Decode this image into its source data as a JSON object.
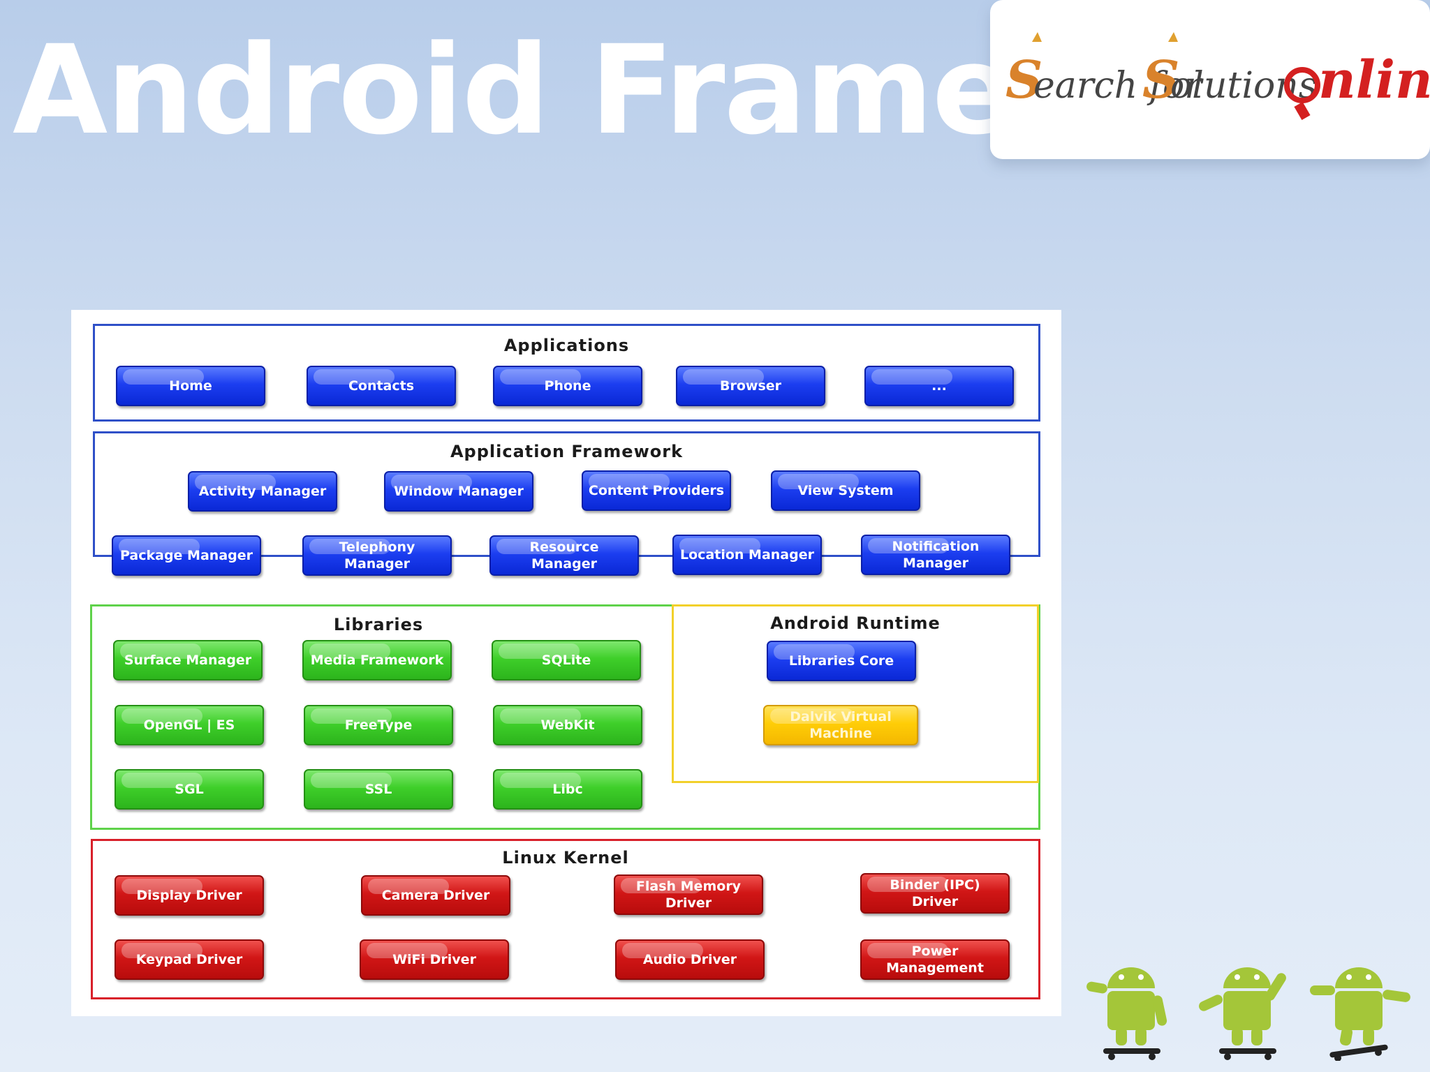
{
  "slide": {
    "title": "Android Framewo",
    "logo_text": "Search for Solutions Online"
  },
  "diagram": {
    "applications": {
      "title": "Applications",
      "items": [
        "Home",
        "Contacts",
        "Phone",
        "Browser",
        "..."
      ]
    },
    "framework": {
      "title": "Application Framework",
      "items": [
        "Activity Manager",
        "Window Manager",
        "Content Providers",
        "View System",
        "Package Manager",
        "Telephony Manager",
        "Resource Manager",
        "Location Manager",
        "Notification Manager"
      ]
    },
    "libraries": {
      "title": "Libraries",
      "items": [
        "Surface Manager",
        "Media Framework",
        "SQLite",
        "OpenGL | ES",
        "FreeType",
        "WebKit",
        "SGL",
        "SSL",
        "Libc"
      ]
    },
    "runtime": {
      "title": "Android Runtime",
      "items": [
        "Libraries Core",
        "Dalvik Virtual Machine"
      ]
    },
    "kernel": {
      "title": "Linux Kernel",
      "items": [
        "Display Driver",
        "Camera Driver",
        "Flash Memory Driver",
        "Binder (IPC) Driver",
        "Keypad Driver",
        "WiFi Driver",
        "Audio Driver",
        "Power Management"
      ]
    }
  },
  "colors": {
    "layer_blue": "#2f50c8",
    "layer_green": "#5fd24a",
    "layer_yellow": "#f2d02a",
    "layer_red": "#d8202a",
    "android_green": "#a4c639"
  }
}
